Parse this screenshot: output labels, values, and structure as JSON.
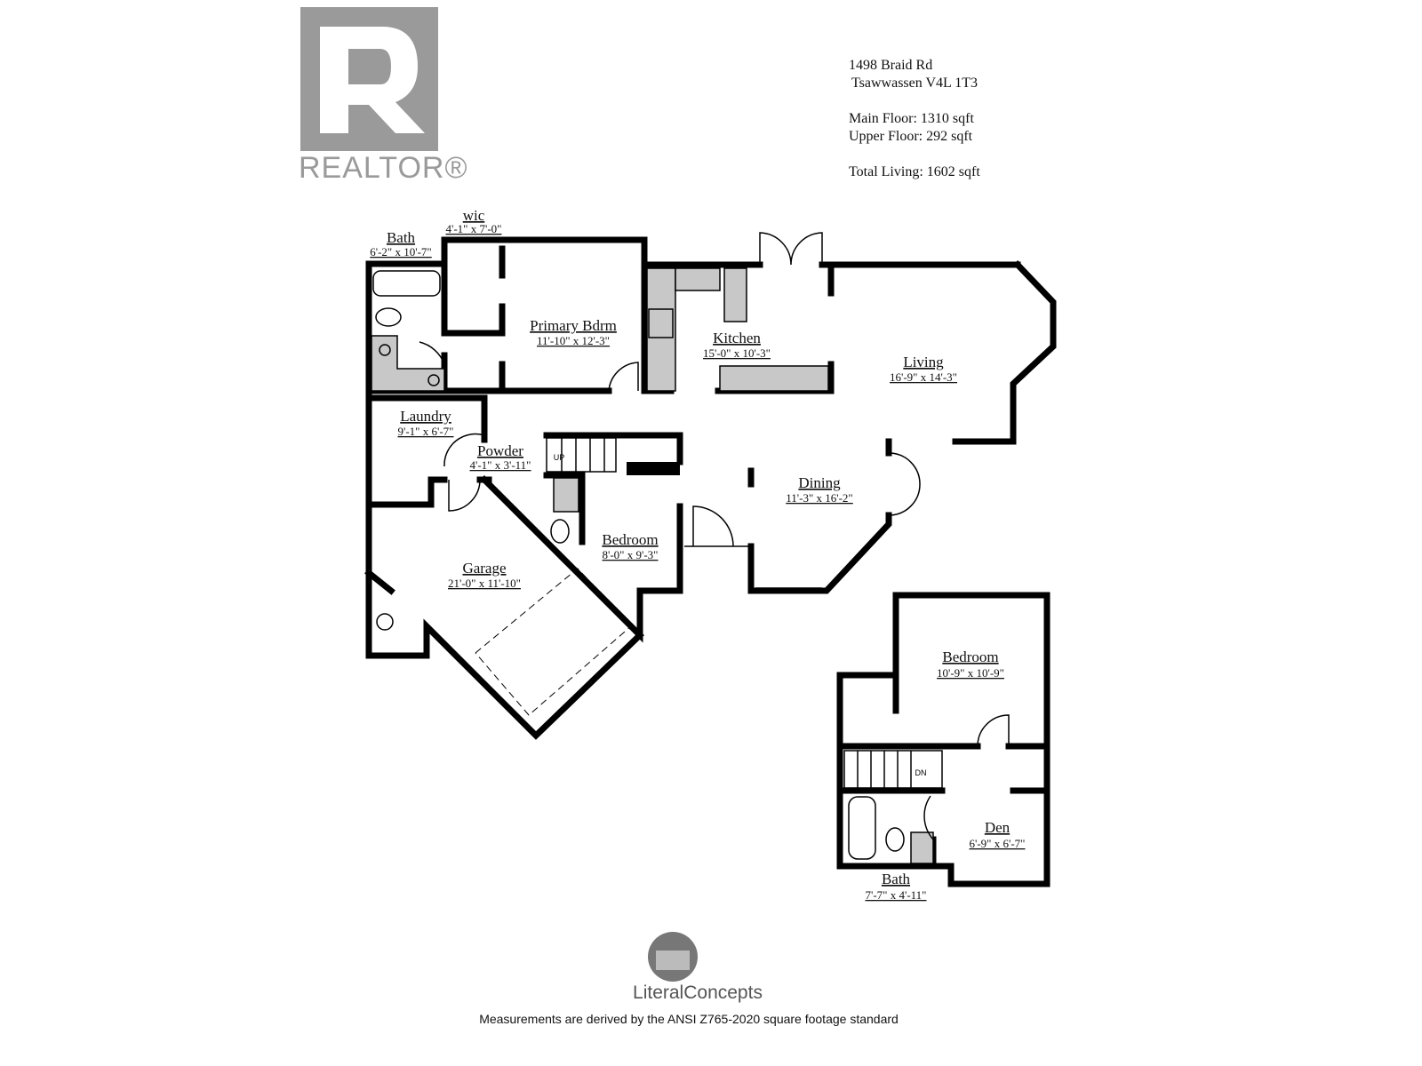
{
  "logo": {
    "brand": "REALTOR®"
  },
  "info": {
    "address_line1": "1498 Braid Rd",
    "address_line2": "Tsawwassen V4L 1T3",
    "main_floor": "Main Floor: 1310 sqft",
    "upper_floor": "Upper Floor: 292 sqft",
    "total_living": "Total Living: 1602 sqft"
  },
  "main_floor": {
    "rooms": [
      {
        "name": "wic",
        "dims": "4'-1\" x 7'-0\""
      },
      {
        "name": "Bath",
        "dims": "6'-2\" x 10'-7\""
      },
      {
        "name": "Primary Bdrm",
        "dims": "11'-10\" x 12'-3\""
      },
      {
        "name": "Kitchen",
        "dims": "15'-0\" x 10'-3\""
      },
      {
        "name": "Living",
        "dims": "16'-9\" x 14'-3\""
      },
      {
        "name": "Laundry",
        "dims": "9'-1\" x 6'-7\""
      },
      {
        "name": "Powder",
        "dims": "4'-1\" x 3'-11\""
      },
      {
        "name": "Dining",
        "dims": "11'-3\" x 16'-2\""
      },
      {
        "name": "Bedroom",
        "dims": "8'-0\" x 9'-3\""
      },
      {
        "name": "Garage",
        "dims": "21'-0\" x 11'-10\""
      }
    ],
    "stair_label": "UP"
  },
  "upper_floor": {
    "rooms": [
      {
        "name": "Bedroom",
        "dims": "10'-9\" x 10'-9\""
      },
      {
        "name": "Den",
        "dims": "6'-9\" x 6'-7\""
      },
      {
        "name": "Bath",
        "dims": "7'-7\" x 4'-11\""
      }
    ],
    "stair_label": "DN"
  },
  "footer": {
    "company": "LiteralConcepts",
    "note": "Measurements are derived by the ANSI Z765-2020 square footage standard"
  }
}
